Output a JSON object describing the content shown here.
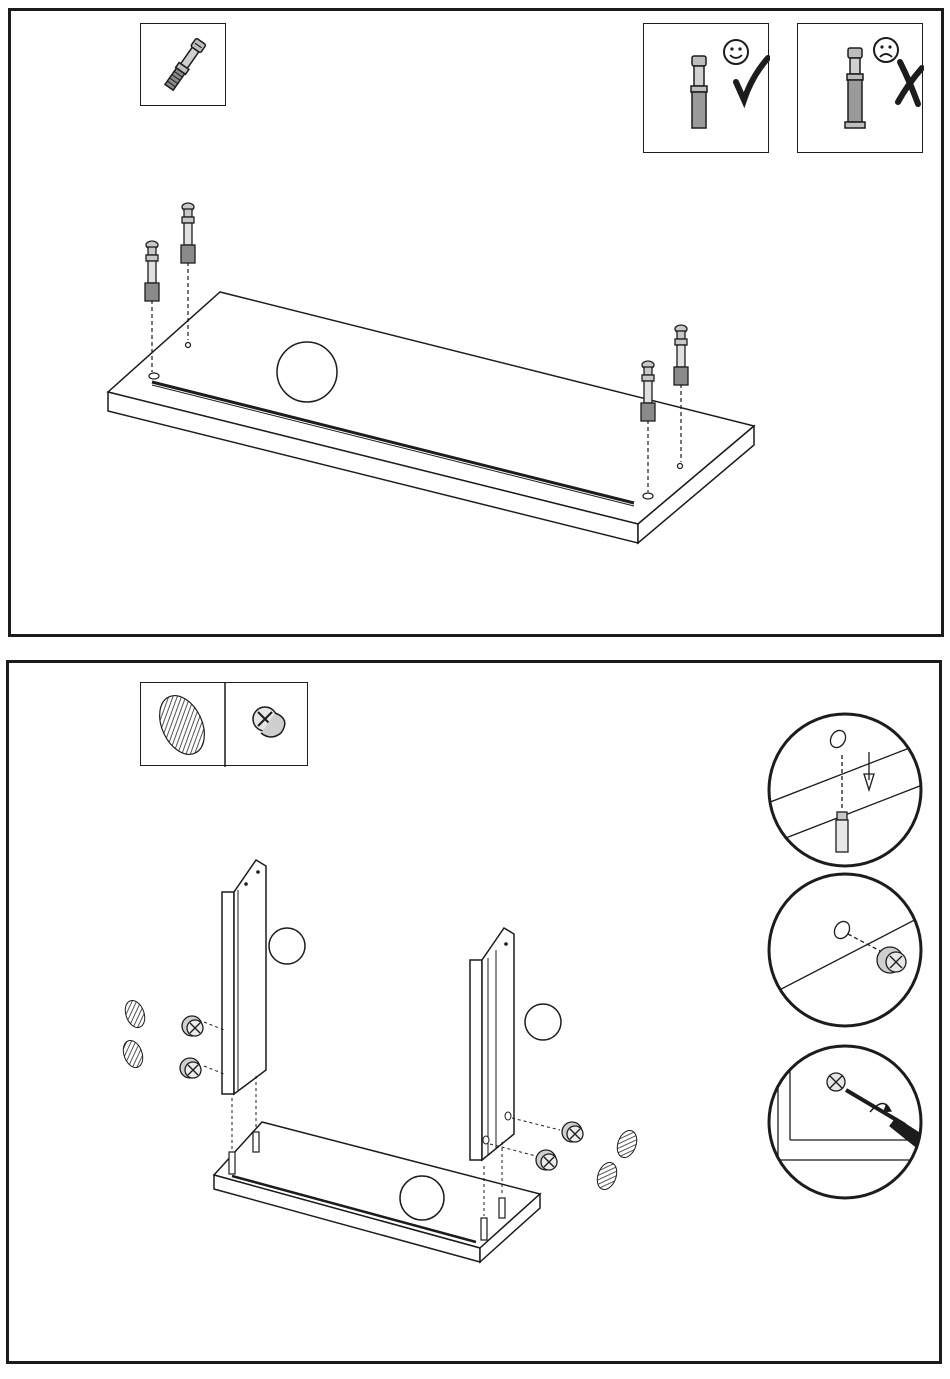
{
  "document": {
    "type": "assembly-instructions",
    "steps": [
      {
        "id": "step-1",
        "parts_legend": [
          {
            "icon": "cam-bolt-icon"
          }
        ],
        "correct_example": {
          "icon": "smiley-face-icon",
          "mark": "✓"
        },
        "incorrect_example": {
          "icon": "sad-face-icon",
          "mark": "✗"
        },
        "main_illustration": "bottom-panel-with-cam-bolts"
      },
      {
        "id": "step-2",
        "parts_legend": [
          {
            "icon": "cover-cap-icon"
          },
          {
            "icon": "cam-lock-icon"
          }
        ],
        "detail_circles": [
          {
            "icon": "insert-bolt-detail"
          },
          {
            "icon": "insert-cam-detail"
          },
          {
            "icon": "tighten-cam-detail"
          }
        ],
        "main_illustration": "side-panels-on-bottom-panel"
      }
    ],
    "colors": {
      "line": "#1c1c1c",
      "part_fill": "#9a9a9a",
      "cap_hatch": "#555555"
    }
  }
}
